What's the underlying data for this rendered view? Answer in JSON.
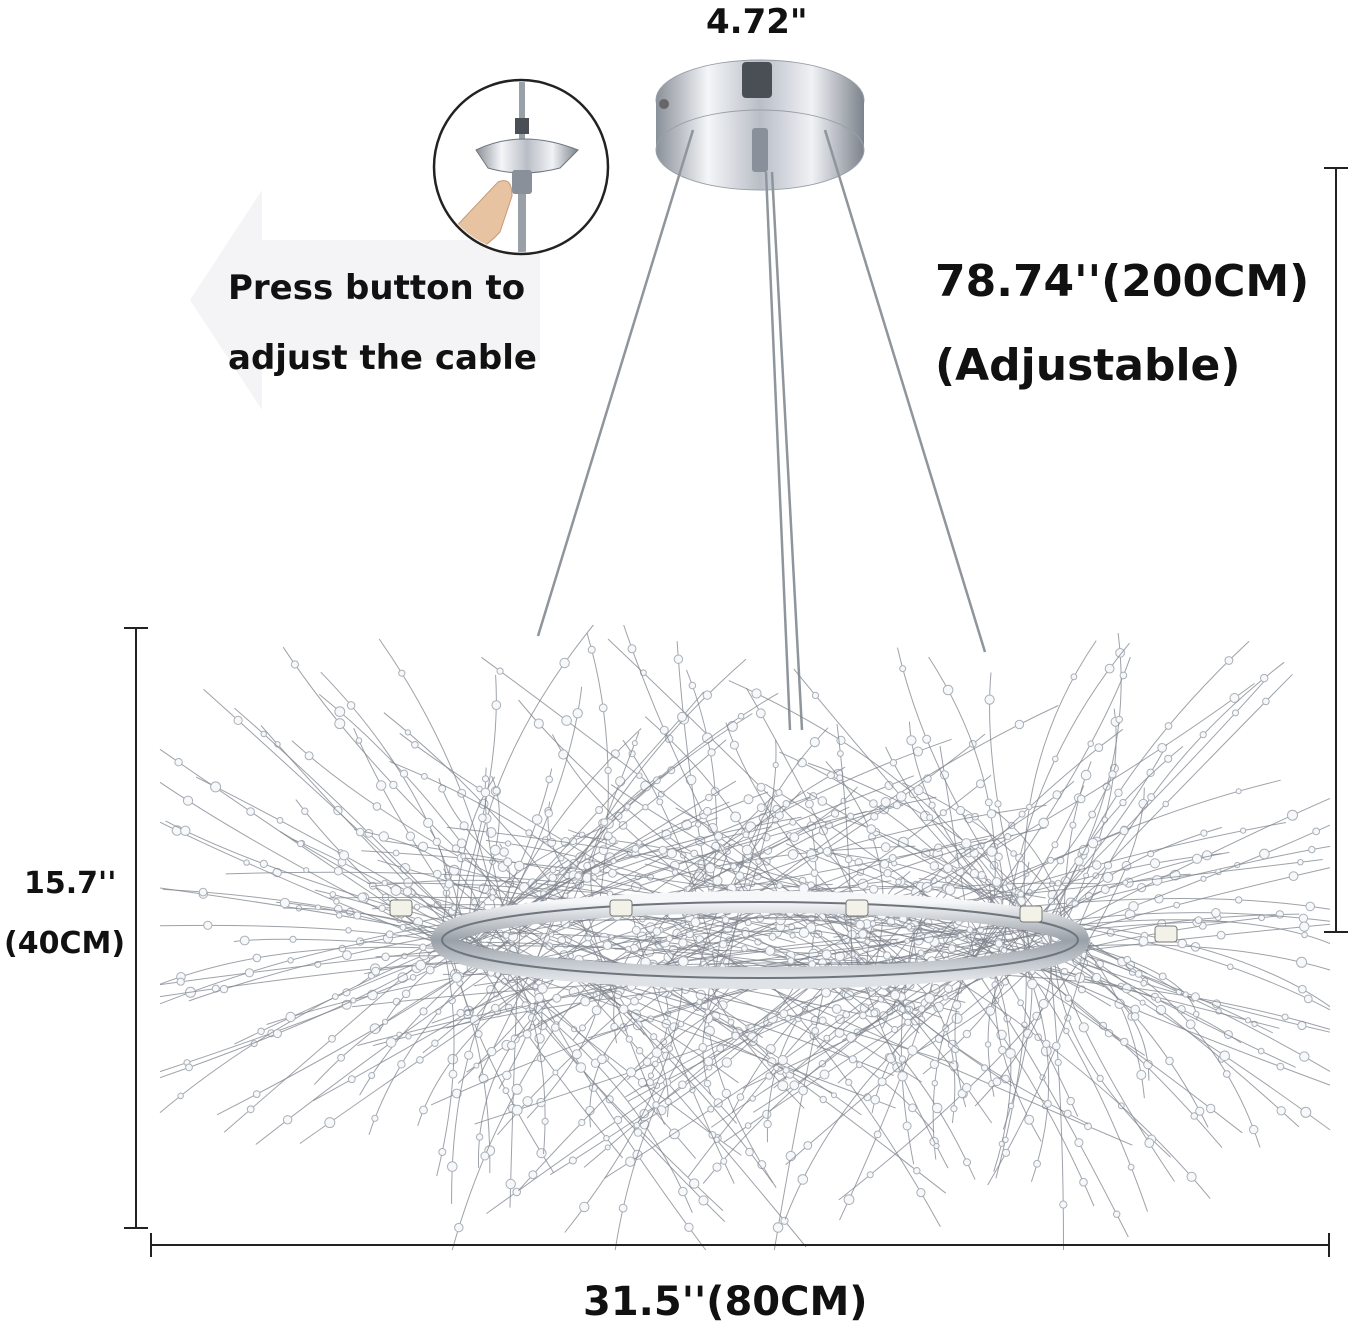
{
  "labels": {
    "top_width": "4.72\"",
    "press_line1": "Press button to",
    "press_line2": "adjust the cable",
    "cable_length": "78.74''(200CM)",
    "cable_adjustable": "(Adjustable)",
    "height_in": "15.7''",
    "height_cm": "(40CM)",
    "diameter": "31.5''(80CM)"
  },
  "colors": {
    "text": "#111111",
    "chrome": "#c8ccd2",
    "chrome_dark": "#7d838c",
    "crystal": "#aab0b8",
    "dimension_line": "#222222",
    "finger": "#e8c3a2"
  },
  "icons": {
    "canopy": "ceiling-canopy-icon",
    "button_detail": "cable-adjust-button-detail-icon",
    "arrow": "left-arrow-icon"
  }
}
